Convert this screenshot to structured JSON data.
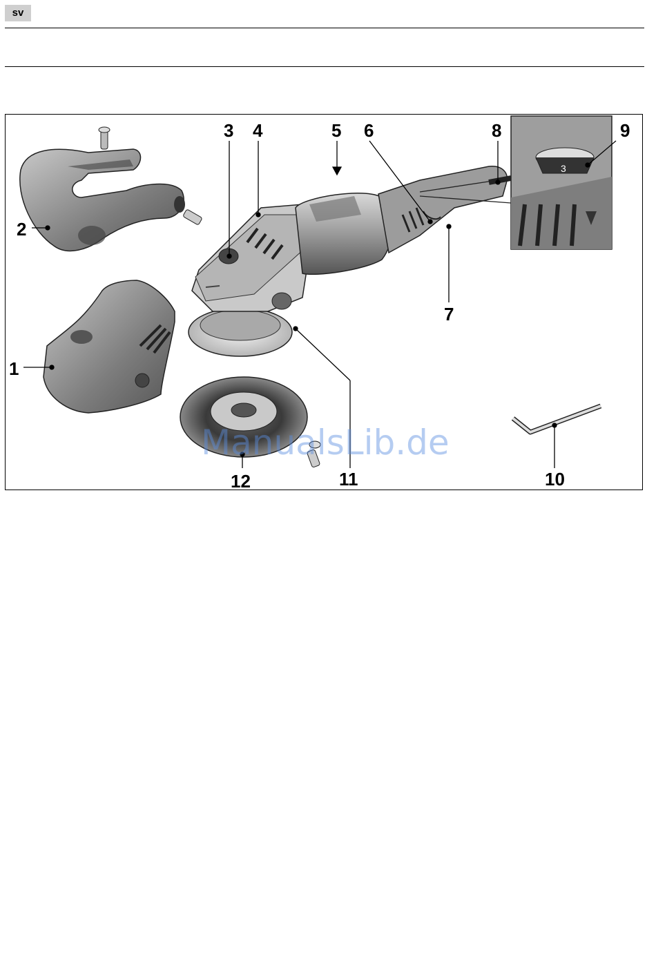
{
  "header": {
    "language_code": "sv"
  },
  "figure": {
    "callouts": [
      {
        "id": "1",
        "label": "1"
      },
      {
        "id": "2",
        "label": "2"
      },
      {
        "id": "3",
        "label": "3"
      },
      {
        "id": "4",
        "label": "4"
      },
      {
        "id": "5",
        "label": "5"
      },
      {
        "id": "6",
        "label": "6"
      },
      {
        "id": "7",
        "label": "7"
      },
      {
        "id": "8",
        "label": "8"
      },
      {
        "id": "9",
        "label": "9"
      },
      {
        "id": "10",
        "label": "10"
      },
      {
        "id": "11",
        "label": "11"
      },
      {
        "id": "12",
        "label": "12"
      }
    ],
    "dial_setting": "3",
    "watermark": "ManualsLib.de"
  }
}
